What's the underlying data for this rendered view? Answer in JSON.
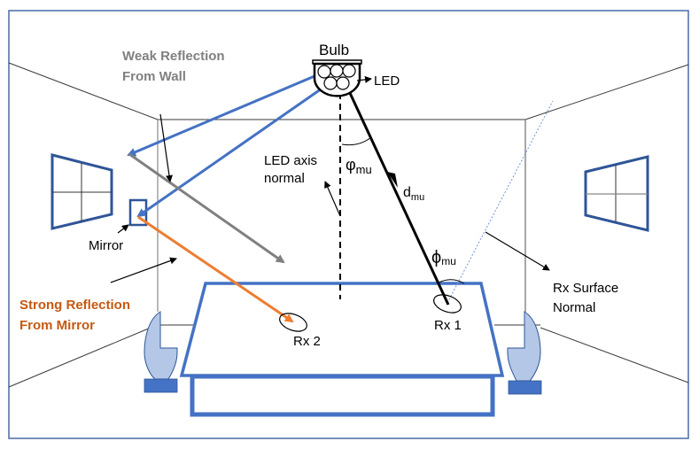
{
  "diagram": {
    "title": "",
    "colors": {
      "frame": "#4a6aa6",
      "wall_line": "#3a3a3a",
      "corner_line": "#8a8a8a",
      "blue_ray": "#4472c4",
      "gray_ray": "#808080",
      "orange_ray": "#ed7d31",
      "orange_text": "#c55a11",
      "window": "#2f5597",
      "chair_fill": "#b4c7e7",
      "chair_base": "#4472c4",
      "table": "#4472c4",
      "normal_dotted": "#6f95dc"
    },
    "labels": {
      "bulb": "Bulb",
      "led": "LED",
      "weak_reflection_line1": "Weak Reflection",
      "weak_reflection_line2": "From Wall",
      "strong_reflection_line1": "Strong Reflection",
      "strong_reflection_line2": "From Mirror",
      "mirror": "Mirror",
      "led_axis_line1": "LED axis",
      "led_axis_line2": "normal",
      "varphi_symbol": "φ",
      "varphi_sub": "mu",
      "d_symbol": "d",
      "d_sub": "mu",
      "phi_symbol": "ϕ",
      "phi_sub": "mu",
      "rx_surface_line1": "Rx Surface",
      "rx_surface_line2": "Normal",
      "rx1": "Rx 1",
      "rx2": "Rx 2"
    }
  }
}
